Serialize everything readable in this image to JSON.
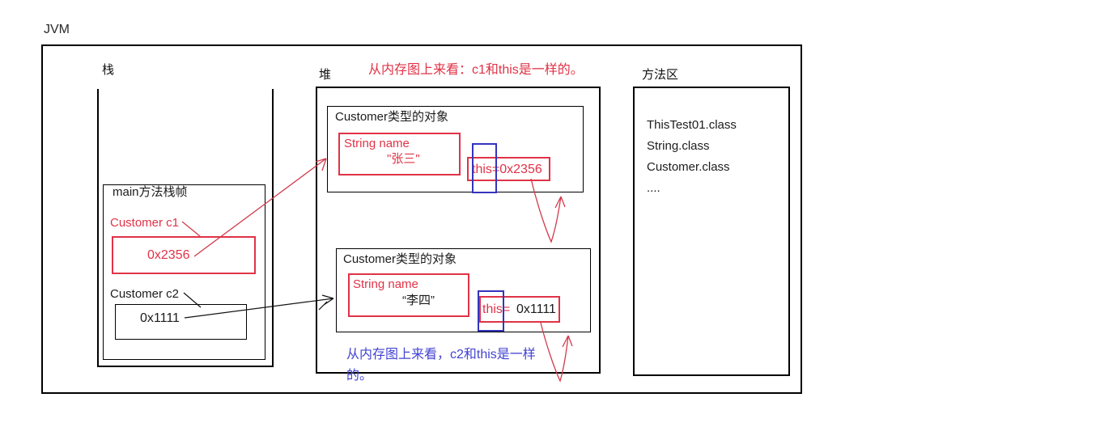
{
  "title": "JVM",
  "labels": {
    "stack": "栈",
    "heap": "堆",
    "method_area": "方法区"
  },
  "annotations": {
    "top_red": "从内存图上来看：c1和this是一样的。",
    "bottom_blue_line1": "从内存图上来看，c2和this是一样",
    "bottom_blue_line2": "的。"
  },
  "stack": {
    "frame_label": "main方法栈帧",
    "c1": {
      "decl": "Customer c1",
      "value": "0x2356"
    },
    "c2": {
      "decl": "Customer c2",
      "value": "0x1111"
    }
  },
  "heap": {
    "object1": {
      "title": "Customer类型的对象",
      "field_label": "String name",
      "field_value": "\"张三\"",
      "this_text": "this=0x2356"
    },
    "object2": {
      "title": "Customer类型的对象",
      "field_label": "String name",
      "field_value": "“李四”",
      "this_label": "this=",
      "this_value": "0x1111"
    }
  },
  "method_area": {
    "items": [
      "ThisTest01.class",
      "String.class",
      "Customer.class",
      "...."
    ]
  },
  "colors": {
    "pen_red": "#e03347",
    "pen_blue": "#3434bd",
    "text_blue": "#4343d2",
    "black": "#000000"
  }
}
